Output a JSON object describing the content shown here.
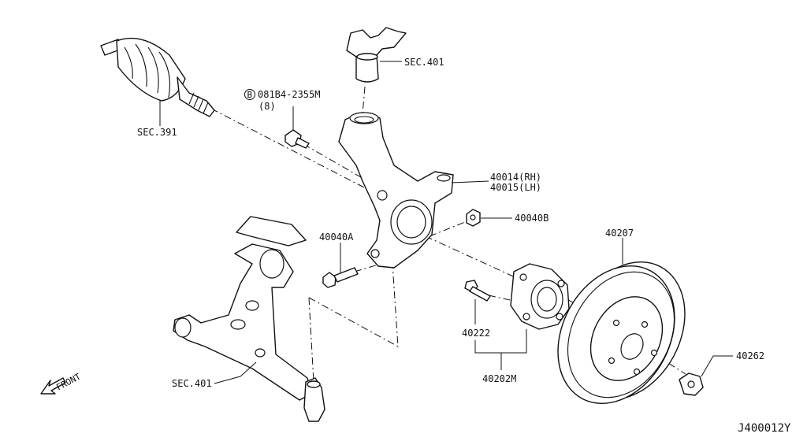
{
  "callouts": {
    "sec_401_top": "SEC.401",
    "sec_391": "SEC.391",
    "bolt_circle_letter": "B",
    "bolt_code": "081B4-2355M",
    "bolt_qty": "(8)",
    "knuckle_rh": "40014(RH)",
    "knuckle_lh": "40015(LH)",
    "nut_40040b": "40040B",
    "bolt_40040a": "40040A",
    "rotor_40207": "40207",
    "stud_40222": "40222",
    "hub_assy_40202m": "40202M",
    "nut_40262": "40262",
    "sec_401_bottom": "SEC.401",
    "front_arrow": "FRONT",
    "diagram_code": "J400012Y"
  },
  "icons": {
    "front_direction": "arrow-down-left-icon",
    "bolt_marker": "circled-letter-icon"
  }
}
